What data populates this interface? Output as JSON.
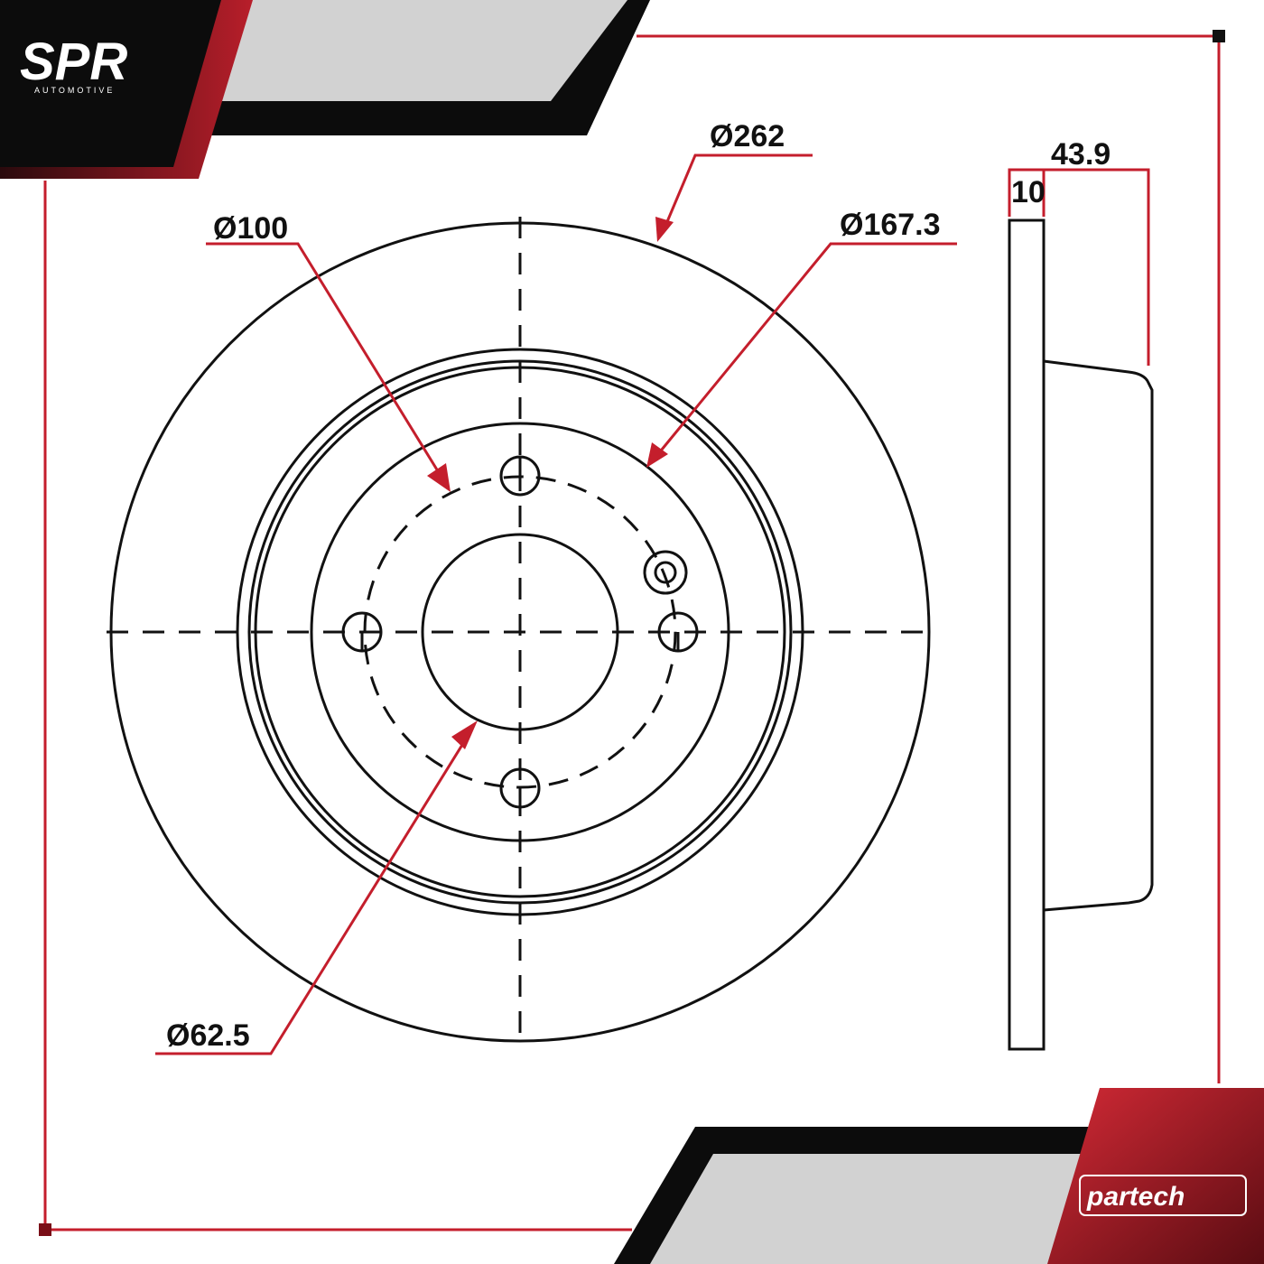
{
  "logo": {
    "name": "SPR",
    "subtitle": "AUTOMOTIVE"
  },
  "brand": {
    "text": "partech"
  },
  "dimensions": {
    "outer_diameter": "Ø262",
    "center_bore": "Ø62.5",
    "bolt_circle": "Ø100",
    "hat_diameter": "Ø167.3",
    "overall_height": "43.9",
    "thickness": "10"
  },
  "colors": {
    "accent": "#c41e2c",
    "line": "#111111",
    "dark": "#0c0c0c",
    "gray": "#d0d0d0"
  }
}
